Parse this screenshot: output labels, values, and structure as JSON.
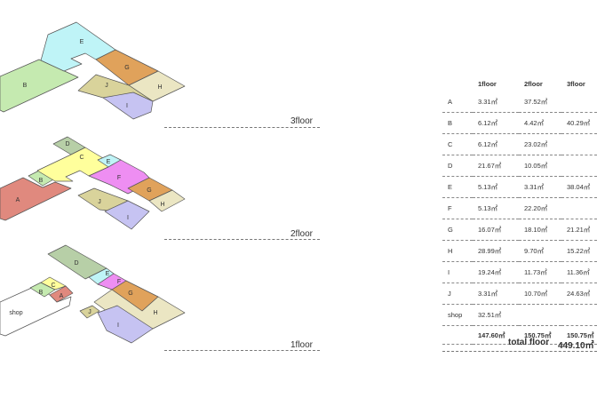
{
  "floors": {
    "f3": "3floor",
    "f2": "2floor",
    "f1": "1floor"
  },
  "rooms": {
    "A": "A",
    "B": "B",
    "C": "C",
    "D": "D",
    "E": "E",
    "F": "F",
    "G": "G",
    "H": "H",
    "I": "I",
    "J": "J",
    "shop": "shop"
  },
  "colors": {
    "A": "#e0897e",
    "B": "#c5eab0",
    "C": "#ffff9c",
    "D": "#b7cfa7",
    "E": "#bff4f7",
    "F": "#ee8ef2",
    "G": "#e0a25b",
    "H": "#ebe6c3",
    "I": "#c6c3f2",
    "J": "#d9d39b",
    "shop": "#ffffff"
  },
  "table": {
    "headers": [
      "",
      "1floor",
      "2floor",
      "3floor"
    ],
    "rows": [
      {
        "room": "A",
        "f1": "3.31㎡",
        "f2": "37.52㎡",
        "f3": ""
      },
      {
        "room": "B",
        "f1": "6.12㎡",
        "f2": "4.42㎡",
        "f3": "40.29㎡"
      },
      {
        "room": "C",
        "f1": "6.12㎡",
        "f2": "23.02㎡",
        "f3": ""
      },
      {
        "room": "D",
        "f1": "21.67㎡",
        "f2": "10.05㎡",
        "f3": ""
      },
      {
        "room": "E",
        "f1": "5.13㎡",
        "f2": "3.31㎡",
        "f3": "38.04㎡"
      },
      {
        "room": "F",
        "f1": "5.13㎡",
        "f2": "22.20㎡",
        "f3": ""
      },
      {
        "room": "G",
        "f1": "16.07㎡",
        "f2": "18.10㎡",
        "f3": "21.21㎡"
      },
      {
        "room": "H",
        "f1": "28.99㎡",
        "f2": "9.70㎡",
        "f3": "15.22㎡"
      },
      {
        "room": "I",
        "f1": "19.24㎡",
        "f2": "11.73㎡",
        "f3": "11.36㎡"
      },
      {
        "room": "J",
        "f1": "3.31㎡",
        "f2": "10.70㎡",
        "f3": "24.63㎡"
      },
      {
        "room": "shop",
        "f1": "32.51㎡",
        "f2": "",
        "f3": ""
      }
    ],
    "totals": {
      "f1": "147.60㎡",
      "f2": "150.75㎡",
      "f3": "150.75㎡"
    }
  },
  "grand_total": {
    "label": "total floor",
    "value": "449.10㎡"
  }
}
